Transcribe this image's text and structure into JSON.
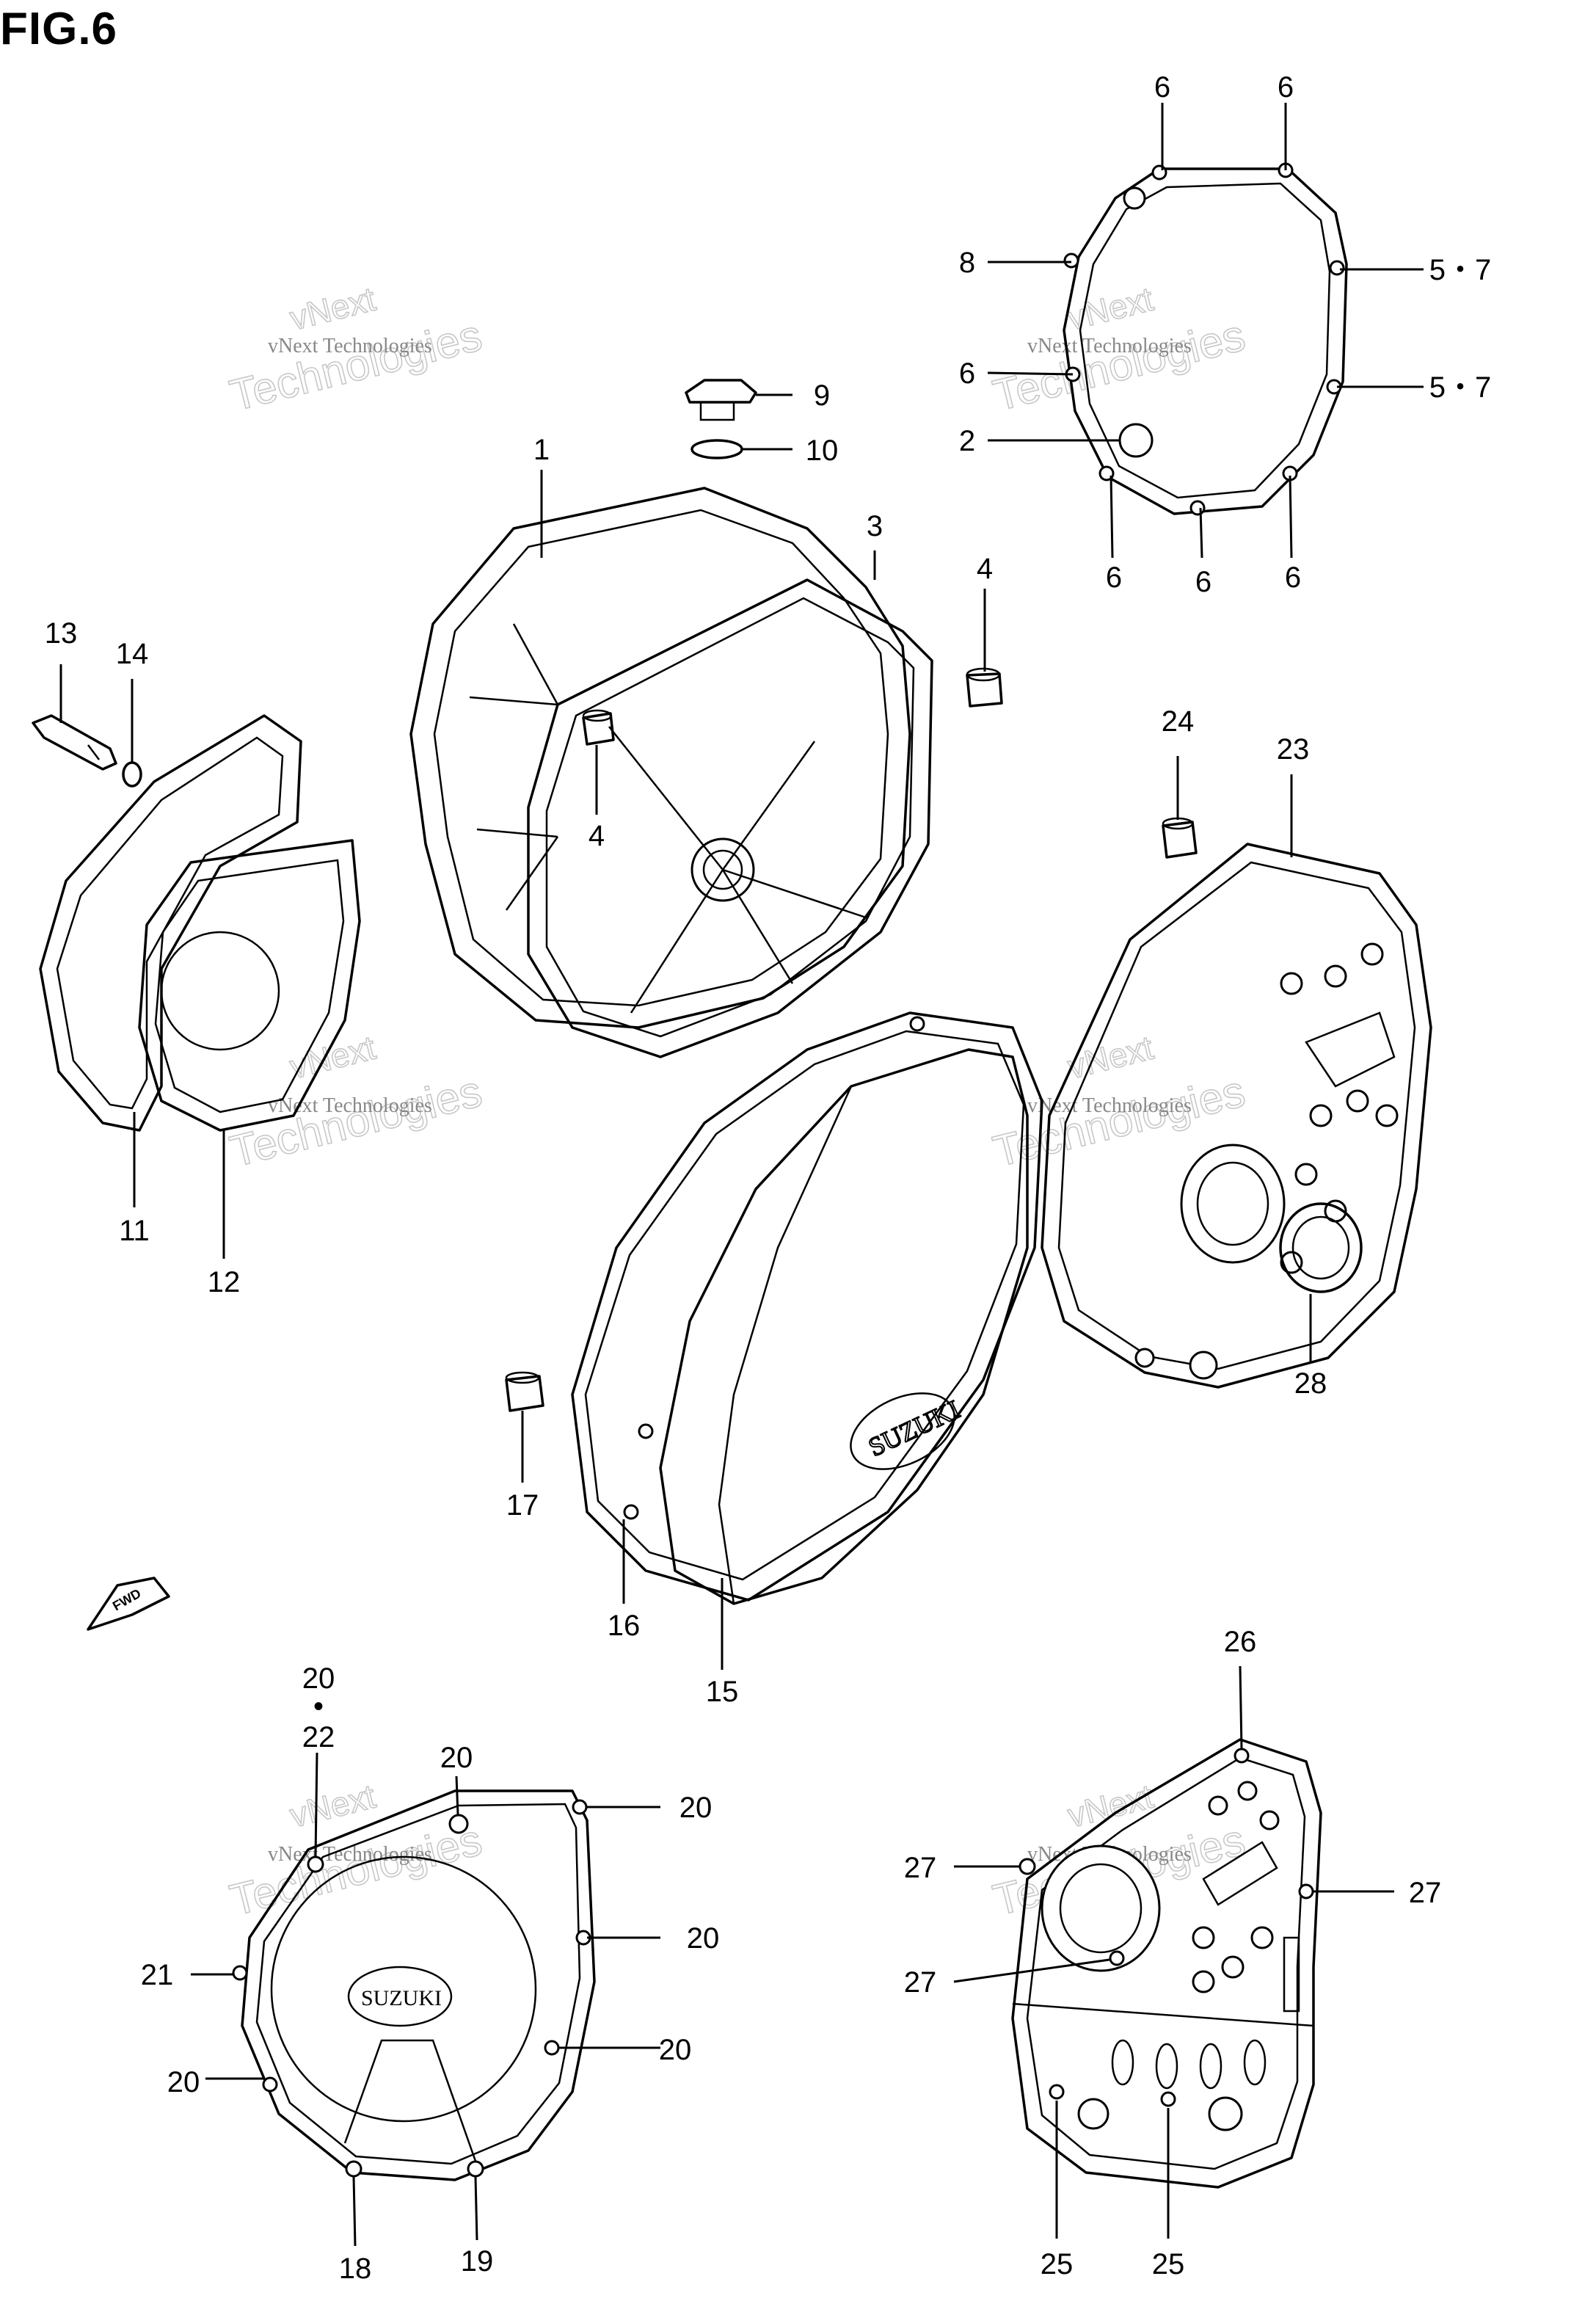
{
  "figure": {
    "title": "FIG.6"
  },
  "watermark": {
    "line1": "vNext",
    "line2": "Technologies",
    "small": "vNext Technologies"
  },
  "logos": {
    "cover_brand": "SUZUKI"
  },
  "callouts": [
    {
      "id": "c6a",
      "text": "6"
    },
    {
      "id": "c6b",
      "text": "6"
    },
    {
      "id": "c8",
      "text": "8"
    },
    {
      "id": "c57a",
      "text": "5・7"
    },
    {
      "id": "c57b",
      "text": "5・7"
    },
    {
      "id": "c6c",
      "text": "6"
    },
    {
      "id": "c2",
      "text": "2"
    },
    {
      "id": "c6d",
      "text": "6"
    },
    {
      "id": "c6e",
      "text": "6"
    },
    {
      "id": "c6f",
      "text": "6"
    },
    {
      "id": "c9",
      "text": "9"
    },
    {
      "id": "c10",
      "text": "10"
    },
    {
      "id": "c1",
      "text": "1"
    },
    {
      "id": "c3",
      "text": "3"
    },
    {
      "id": "c4a",
      "text": "4"
    },
    {
      "id": "c4b",
      "text": "4"
    },
    {
      "id": "c13",
      "text": "13"
    },
    {
      "id": "c14",
      "text": "14"
    },
    {
      "id": "c24",
      "text": "24"
    },
    {
      "id": "c23",
      "text": "23"
    },
    {
      "id": "c11",
      "text": "11"
    },
    {
      "id": "c12",
      "text": "12"
    },
    {
      "id": "c28",
      "text": "28"
    },
    {
      "id": "c17",
      "text": "17"
    },
    {
      "id": "c16",
      "text": "16"
    },
    {
      "id": "c15",
      "text": "15"
    },
    {
      "id": "c26",
      "text": "26"
    },
    {
      "id": "c20a",
      "text": "20"
    },
    {
      "id": "c20dot",
      "text": "•"
    },
    {
      "id": "c22",
      "text": "22"
    },
    {
      "id": "c20b",
      "text": "20"
    },
    {
      "id": "c20c",
      "text": "20"
    },
    {
      "id": "c20d",
      "text": "20"
    },
    {
      "id": "c20e",
      "text": "20"
    },
    {
      "id": "c20f",
      "text": "20"
    },
    {
      "id": "c21",
      "text": "21"
    },
    {
      "id": "c18",
      "text": "18"
    },
    {
      "id": "c19",
      "text": "19"
    },
    {
      "id": "c27a",
      "text": "27"
    },
    {
      "id": "c27b",
      "text": "27"
    },
    {
      "id": "c27c",
      "text": "27"
    },
    {
      "id": "c25a",
      "text": "25"
    },
    {
      "id": "c25b",
      "text": "25"
    }
  ]
}
